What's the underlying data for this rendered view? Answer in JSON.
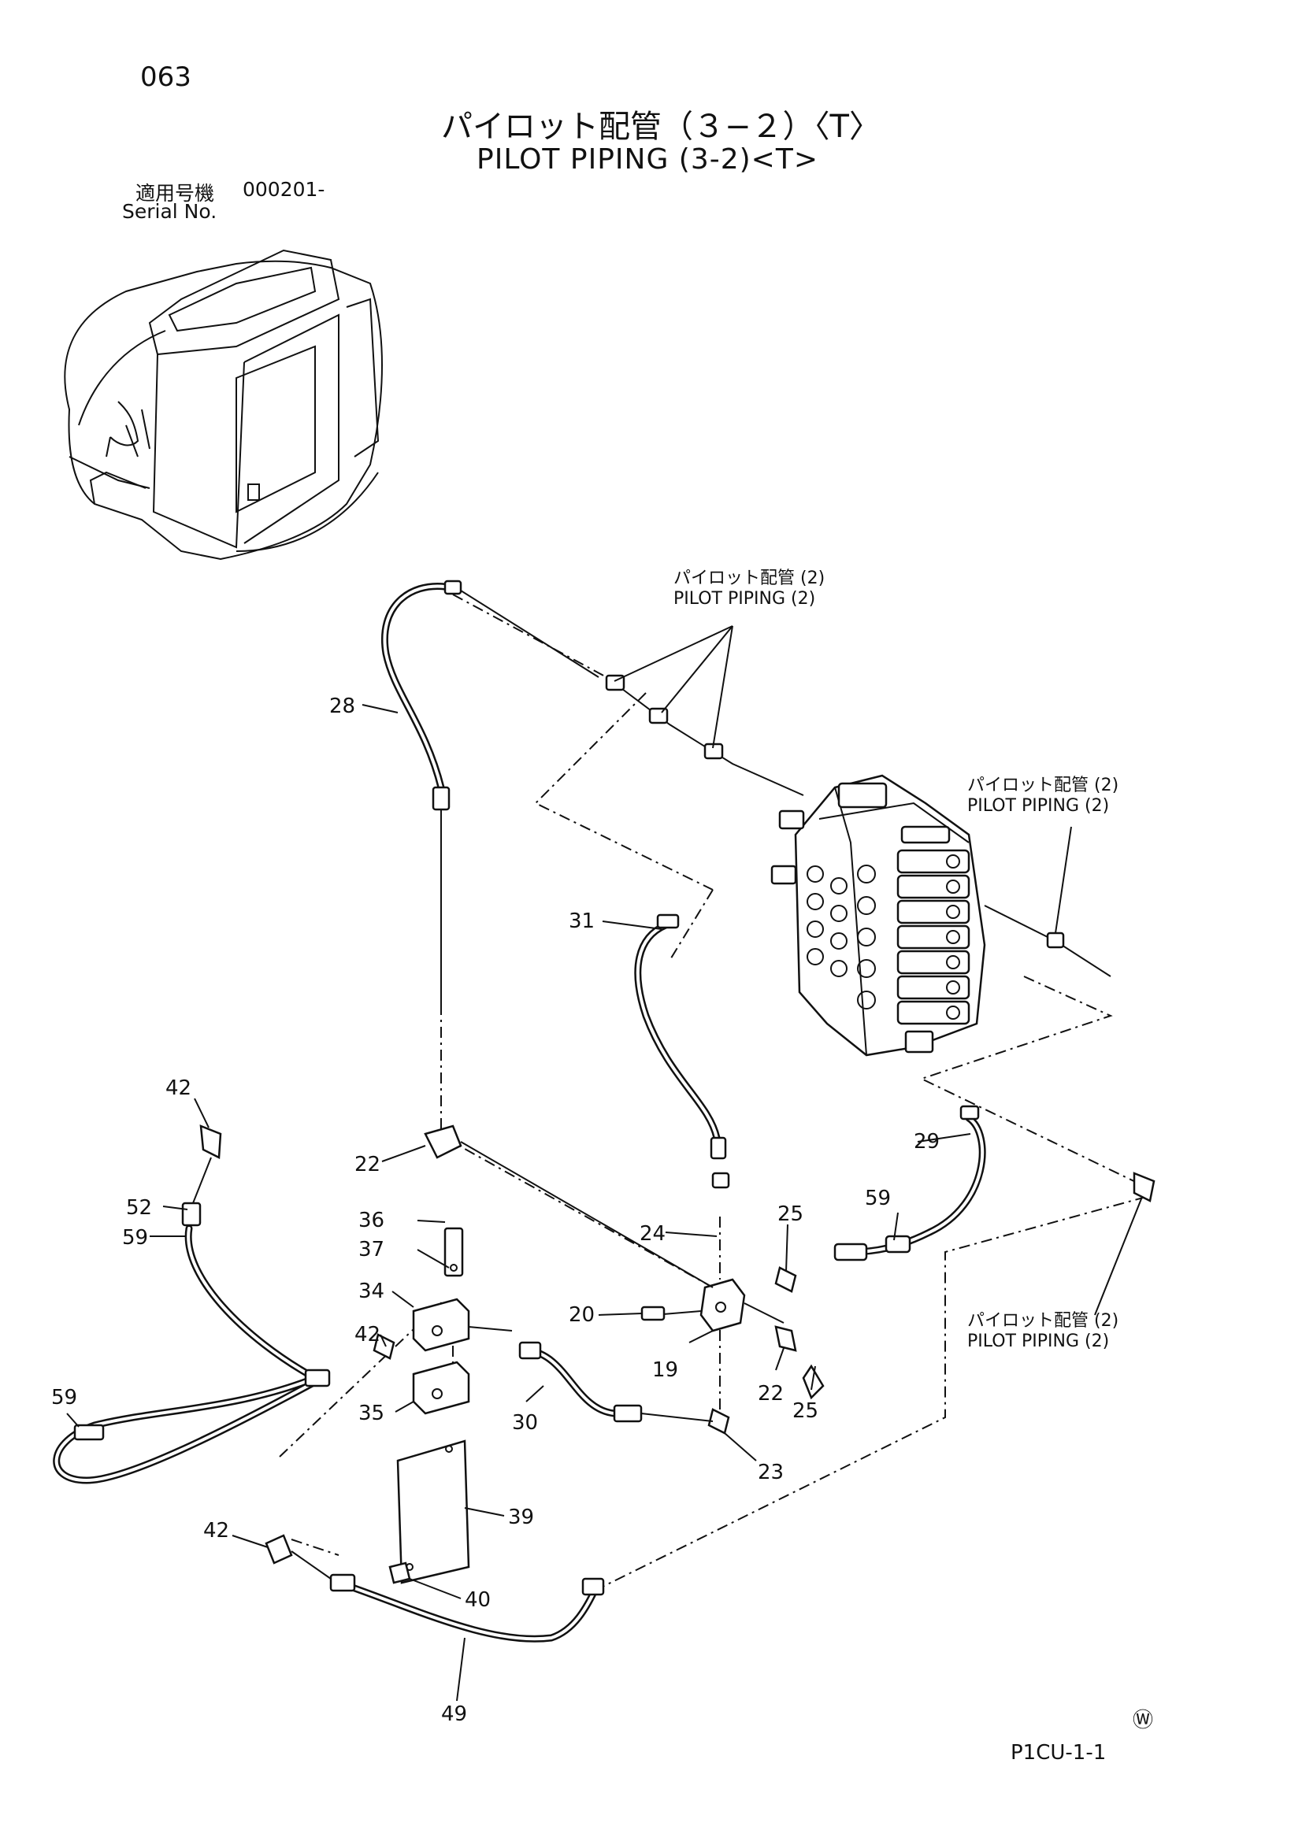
{
  "header": {
    "page_number": "063",
    "title_jp": "パイロット配管（３−２）〈T〉",
    "title_en": "PILOT PIPING (3-2)<T>",
    "serial_label_jp": "適用号機",
    "serial_value": "000201-",
    "serial_label_en": "Serial No."
  },
  "callouts": [
    {
      "jp": "パイロット配管 (2)",
      "en": "PILOT PIPING (2)"
    },
    {
      "jp": "パイロット配管 (2)",
      "en": "PILOT PIPING (2)"
    },
    {
      "jp": "パイロット配管 (2)",
      "en": "PILOT PIPING (2)"
    }
  ],
  "part_labels": [
    "28",
    "31",
    "29",
    "59",
    "42",
    "52",
    "59",
    "22",
    "36",
    "37",
    "34",
    "42",
    "35",
    "59",
    "24",
    "25",
    "20",
    "19",
    "22",
    "25",
    "30",
    "23",
    "39",
    "42",
    "40",
    "49"
  ],
  "footer": {
    "mark": "Ⓦ",
    "code": "P1CU-1-1"
  }
}
